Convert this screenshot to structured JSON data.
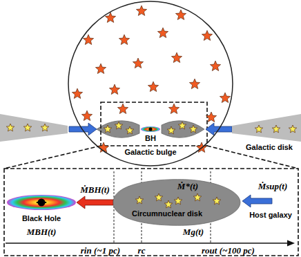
{
  "diagram": {
    "nodes": [
      {
        "text": [
          "Galactic bulge"
        ]
      },
      {
        "text": [
          "Galactic disk"
        ]
      },
      {
        "text": [
          "Black Hole",
          "MBH(t)"
        ]
      },
      {
        "text": [
          "Ṁ*(t)",
          "Circumnuclear disk",
          "Mg(t)"
        ]
      }
    ],
    "edges": [
      {
        "from": 3,
        "to": 2,
        "arrow": "to",
        "label": "ṀBH(t)"
      }
    ],
    "labels": [
      "BH",
      "Ṁsup(t)",
      "Host galaxy",
      "rin (~1 pc)",
      "rc",
      "rout (~100 pc)"
    ]
  }
}
